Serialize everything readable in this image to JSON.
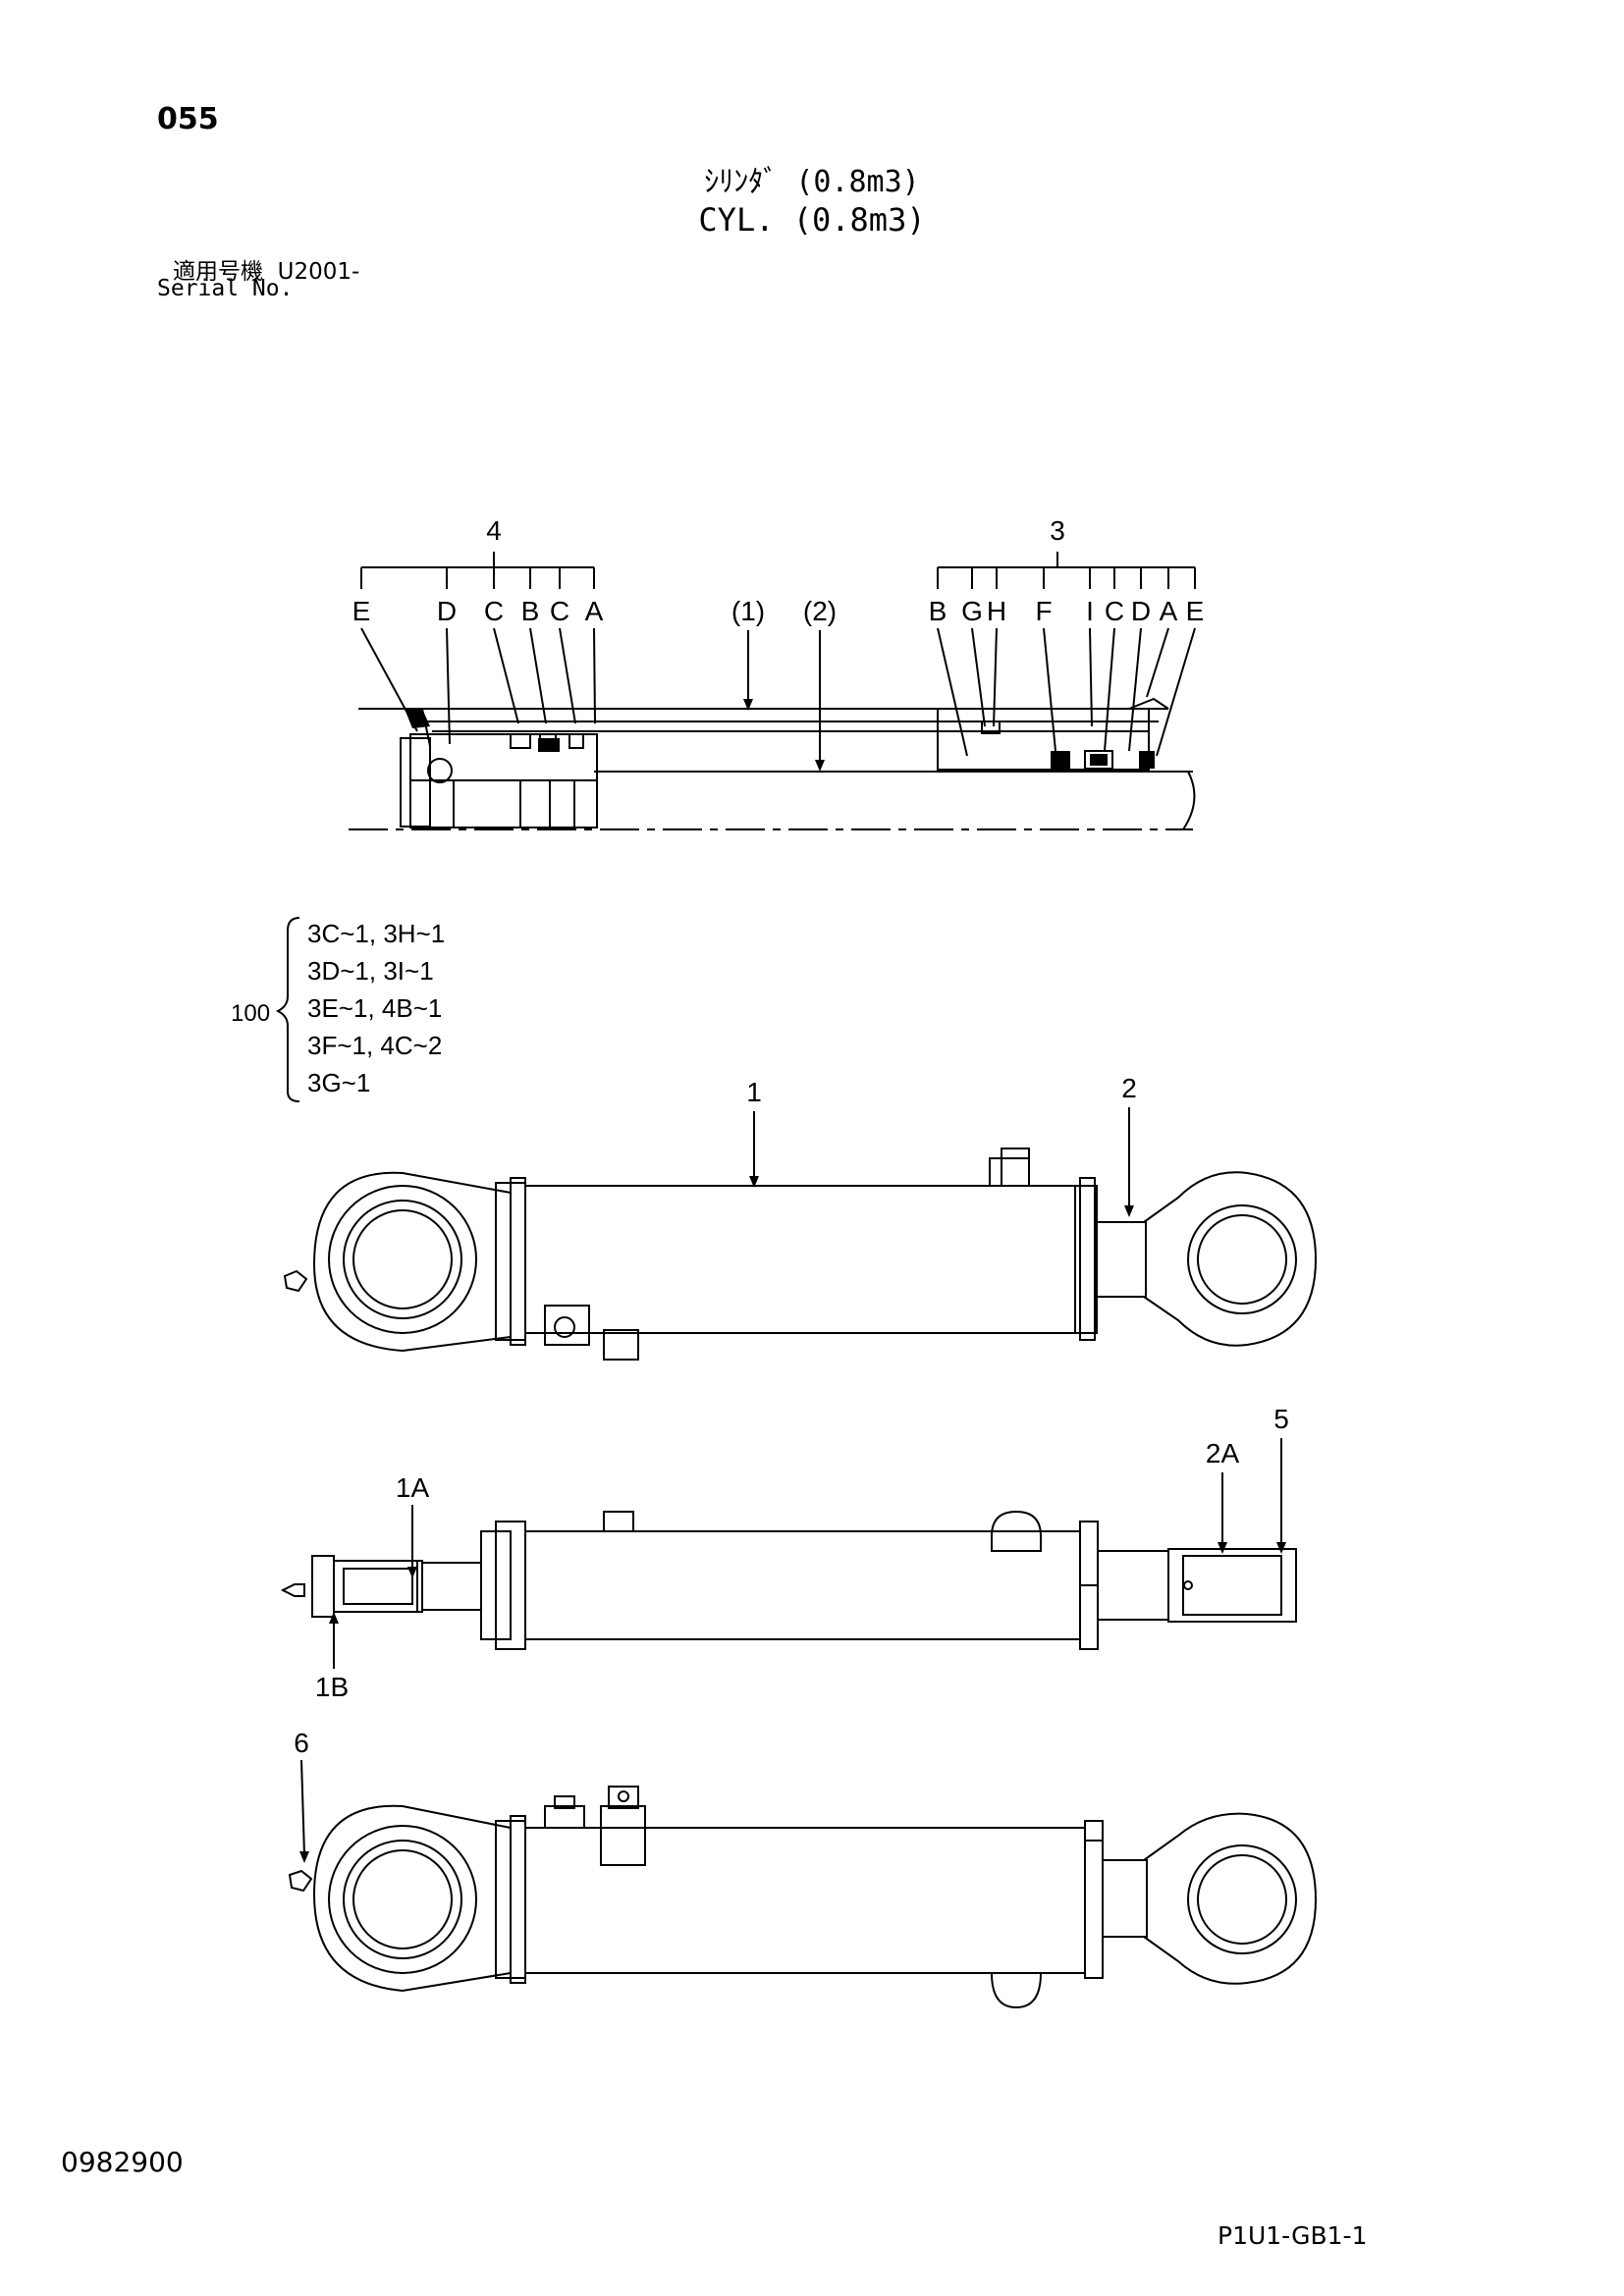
{
  "header": {
    "page_number": "055",
    "title_jp": "ｼﾘﾝﾀﾞ (0.8m3)",
    "title_en": "CYL. (0.8m3)",
    "serial_label_jp": "適用号機",
    "serial_value": "U2001-",
    "serial_label_en": "Serial No."
  },
  "section_view": {
    "callout_4": "4",
    "callout_3": "3",
    "labels_4": [
      "E",
      "D",
      "C",
      "B",
      "C",
      "A"
    ],
    "labels_3": [
      "B",
      "G",
      "H",
      "F",
      "I",
      "C",
      "D",
      "A",
      "E"
    ],
    "ref_1": "(1)",
    "ref_2": "(2)"
  },
  "kit_list": {
    "kit_number": "100",
    "lines": [
      "3C~1, 3H~1",
      "3D~1, 3I~1",
      "3E~1, 4B~1",
      "3F~1, 4C~2",
      "3G~1"
    ]
  },
  "callouts": {
    "view1_part1": "1",
    "view1_part2": "2",
    "view2_part1A": "1A",
    "view2_part1B": "1B",
    "view2_part2A": "2A",
    "view2_part5": "5",
    "view3_part6": "6"
  },
  "footer": {
    "doc_number": "0982900",
    "sheet_code": "P1U1-GB1-1"
  }
}
